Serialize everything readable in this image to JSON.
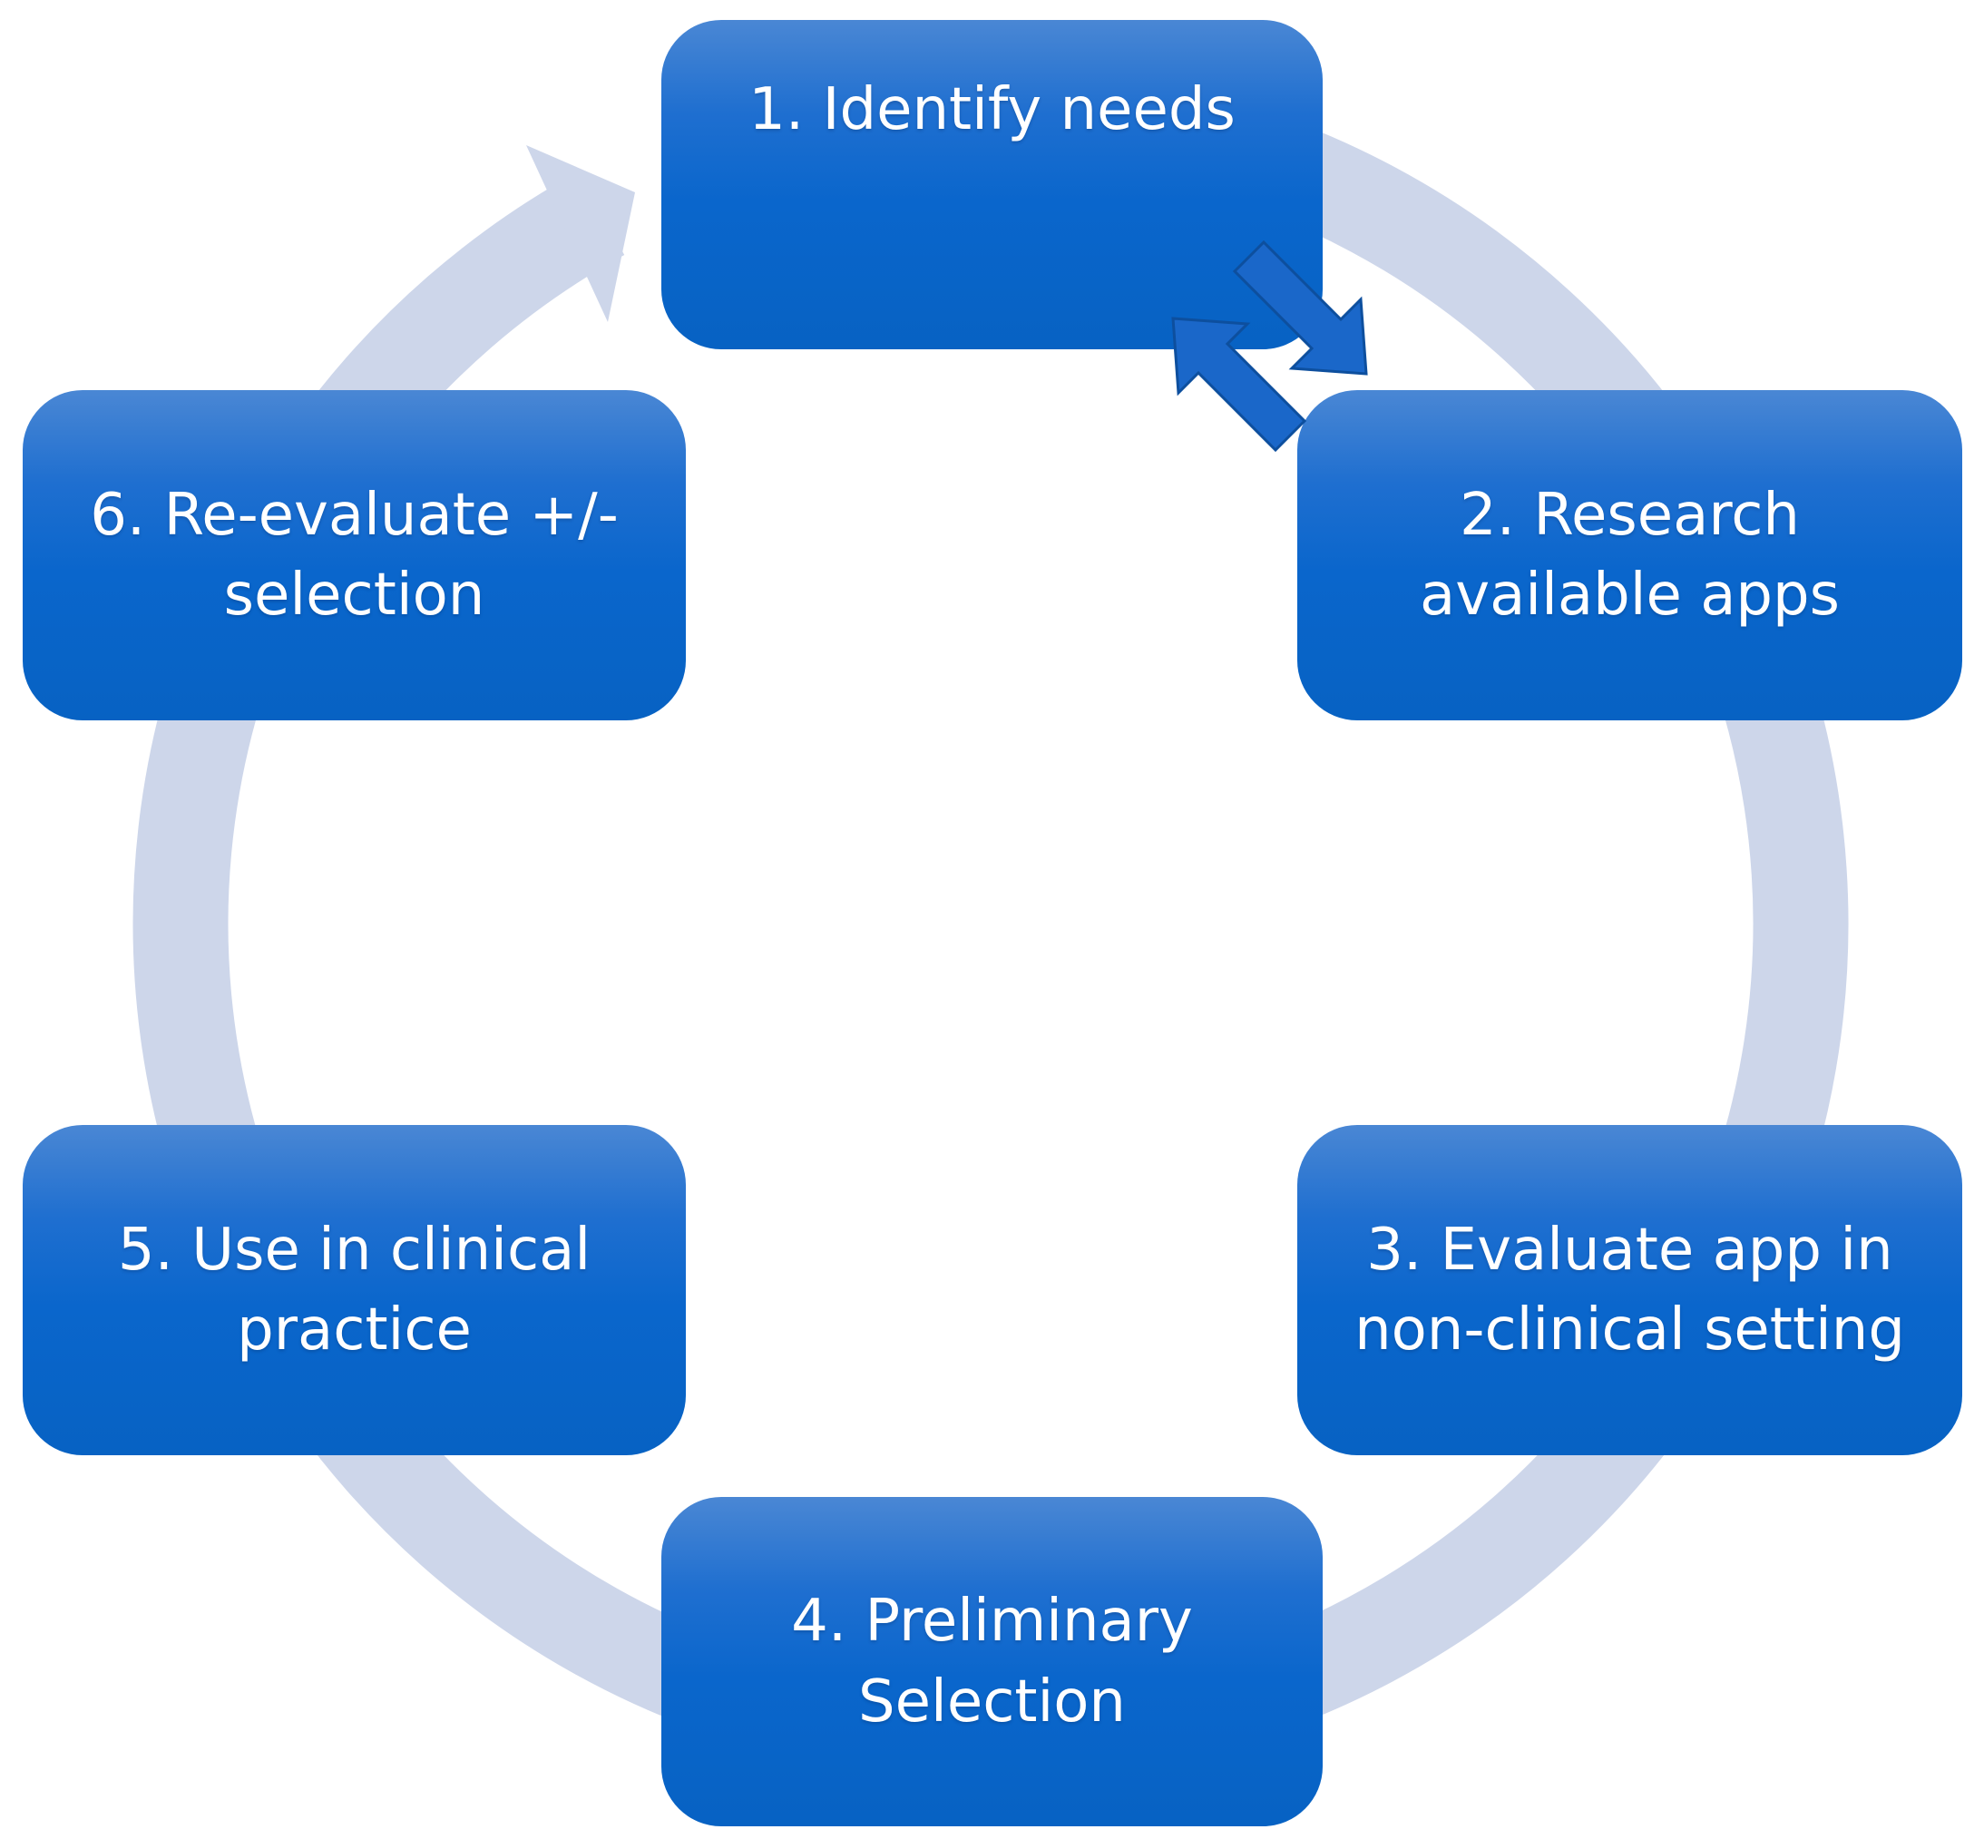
{
  "steps": [
    {
      "id": "step-1",
      "label": "1. Identify needs"
    },
    {
      "id": "step-2",
      "label": "2. Research\navailable apps"
    },
    {
      "id": "step-3",
      "label": "3. Evaluate app in\nnon-clinical setting"
    },
    {
      "id": "step-4",
      "label": "4. Preliminary\nSelection"
    },
    {
      "id": "step-5",
      "label": "5. Use in clinical\npractice"
    },
    {
      "id": "step-6",
      "label": "6. Re-evaluate +/-\nselection"
    }
  ],
  "colors": {
    "cycle_ring": "#cdd6ea",
    "box_blue": "#0a66cc",
    "exchange_arrows": "#1565c8",
    "text": "#ffffff"
  },
  "icons": {
    "cycle": "circular-cycle-arrow-icon",
    "exchange": "bidirectional-arrows-icon"
  }
}
